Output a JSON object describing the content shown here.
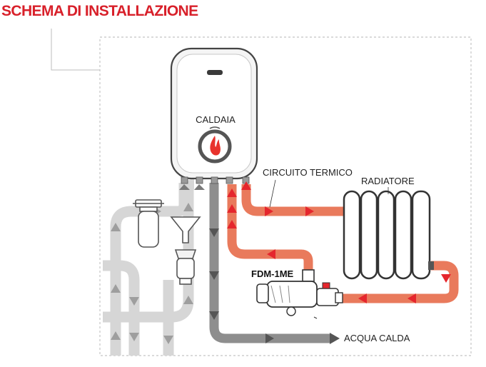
{
  "title": "SCHEMA DI INSTALLAZIONE",
  "labels": {
    "boiler": "CALDAIA",
    "heating_circuit": "CIRCUITO TERMICO",
    "radiator": "RADIATORE",
    "filter_model": "FDM-1ME",
    "hot_water": "ACQUA CALDA"
  },
  "colors": {
    "title": "#d8202a",
    "heating_pipe": "#e97a5c",
    "flow_arrow": "#e5262d",
    "cold_pipe": "#d4d4d4",
    "dark_pipe": "#8c8c8c",
    "outline": "#444444",
    "dashed_frame": "#bbbbbb"
  },
  "icons": {
    "flame": "flame-icon",
    "display": "display-slot-icon"
  }
}
